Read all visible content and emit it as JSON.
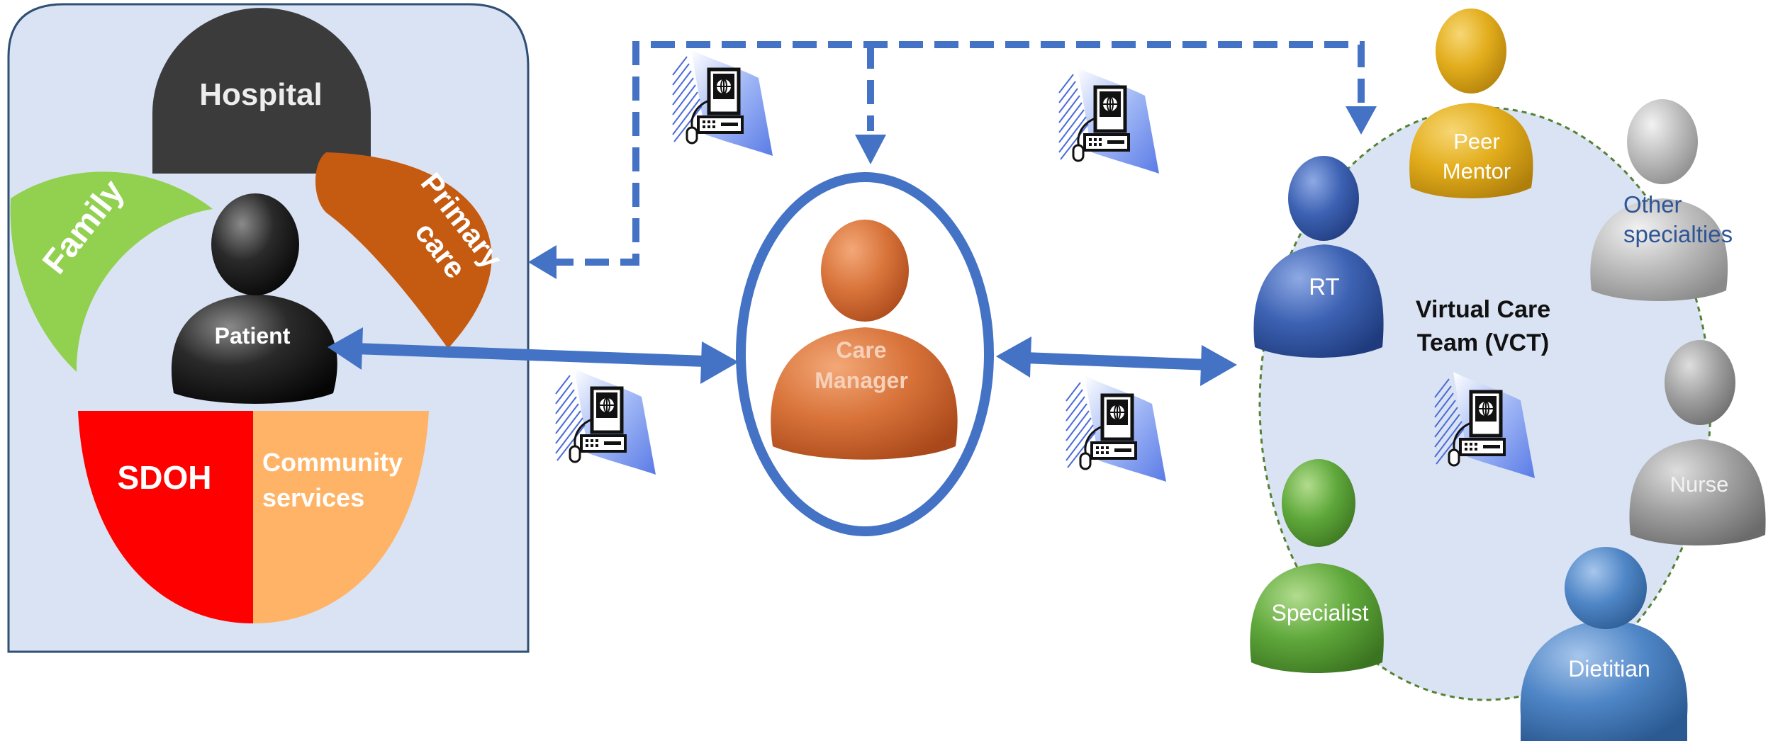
{
  "labels": {
    "hospital": "Hospital",
    "family": "Family",
    "primary_line1": "Primary",
    "primary_line2": "care",
    "patient": "Patient",
    "sdoh": "SDOH",
    "community_line1": "Community",
    "community_line2": "services",
    "care_line1": "Care",
    "care_line2": "Manager",
    "vct_line1": "Virtual Care",
    "vct_line2": "Team (VCT)",
    "peer_line1": "Peer",
    "peer_line2": "Mentor",
    "other_line1": "Other",
    "other_line2": "specialties",
    "rt": "RT",
    "nurse": "Nurse",
    "specialist": "Specialist",
    "dietitian": "Dietitian"
  },
  "colors": {
    "panel_fill": "#dae3f3",
    "panel_stroke": "#2f4f73",
    "hospital": "#3b3b3b",
    "family": "#92d050",
    "primary_care": "#c55a11",
    "sdoh": "#ff0000",
    "community": "#ffb366",
    "arrow": "#4472c4",
    "care_manager": "#d8733a",
    "vct_outline": "#548235",
    "peer_mentor": "#e2ad1c",
    "rt": "#3d62b3",
    "other": "#b5b5b5",
    "nurse": "#a0a0a0",
    "specialist": "#5fa83b",
    "dietitian": "#4f86c6"
  },
  "icons": [
    "telehealth-computer-icon",
    "telehealth-computer-icon",
    "telehealth-computer-icon",
    "telehealth-computer-icon",
    "telehealth-computer-icon"
  ]
}
